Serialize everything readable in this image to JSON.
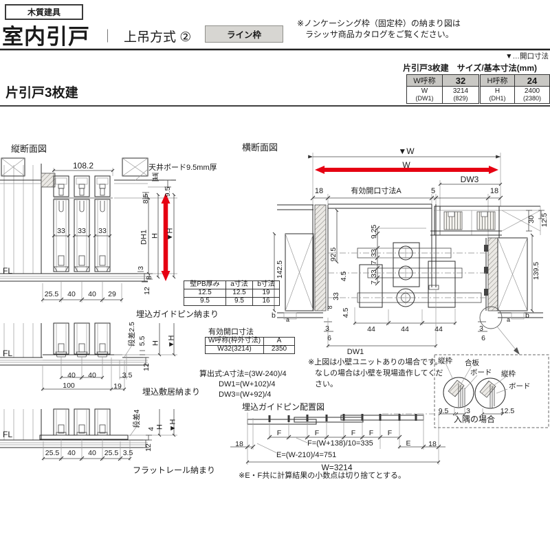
{
  "header": {
    "category": "木質建具",
    "title": "室内引戸",
    "divider": "｜",
    "method": "上吊方式 ②",
    "frame_badge": "ライン枠",
    "note1": "※ノンケーシング枠（固定枠）の納まり図は",
    "note2": "ラシッサ商品カタログをご覧ください。"
  },
  "legend": "▼…開口寸法",
  "size_table": {
    "title": "片引戸3枚建　サイズ/基本寸法(mm)",
    "w": {
      "header": "W呼称",
      "size": "32",
      "label": "W",
      "label_sub": "(DW1)",
      "value": "3214",
      "value_sub": "(829)"
    },
    "h": {
      "header": "H呼称",
      "size": "24",
      "label": "H",
      "label_sub": "(DH1)",
      "value": "2400",
      "value_sub": "(2380)"
    }
  },
  "section_title": "片引戸3枚建",
  "vs": {
    "label": "縦断面図",
    "caption": "埋込ガイドピン納まり",
    "ceiling": "天井ボード9.5mm厚",
    "d108": "108.2",
    "d33": "33",
    "d11": "11",
    "d95": "9.5",
    "d85": "8.5",
    "dh1": "DH1",
    "h": "H",
    "hv": "▼H",
    "fl": "FL",
    "d3": "3",
    "d8": "8",
    "d12": "12",
    "b1": "25.5",
    "b2": "40",
    "b3": "40",
    "b4": "29"
  },
  "pb_table": {
    "h1": "壁PB厚み",
    "h2": "a寸法",
    "h3": "b寸法",
    "rows": [
      [
        "12.5",
        "12.5",
        "19"
      ],
      [
        "9.5",
        "9.5",
        "16"
      ]
    ]
  },
  "ko_table": {
    "title": "有効開口寸法",
    "h1": "W呼称(枠外寸法)",
    "h2": "A",
    "c1": "W32(3214)",
    "c2": "2350"
  },
  "formulas": {
    "l1": "算出式:A寸法=(3W-240)/4",
    "l2": "DW1=(W+102)/4",
    "l3": "DW3=(W+92)/4"
  },
  "ss": {
    "caption": "埋込敷居納まり",
    "fl": "FL",
    "step": "段差2.5",
    "d55": "5.5",
    "h": "H",
    "hv": "▼H",
    "d12": "12",
    "d40a": "40",
    "d40b": "40",
    "d35": "3.5",
    "d100": "100",
    "d19": "19"
  },
  "fr": {
    "caption": "フラットレール納まり",
    "fl": "FL",
    "step": "段差4",
    "d4": "4",
    "h": "H",
    "hv": "▼H",
    "d12": "12",
    "b1": "25.5",
    "b2": "40",
    "b3": "40",
    "b4": "25.5",
    "b5": "3.5"
  },
  "cs": {
    "label": "横断面図",
    "w_top": "▼W",
    "w": "W",
    "dw3": "DW3",
    "d18": "18",
    "open_a": "有効開口寸法A",
    "d5": "5",
    "d30": "30",
    "d125": "12.5",
    "d1395": "139.5",
    "d1425": "142.5",
    "d925": "92.5",
    "d45": "4.5",
    "d33": "33",
    "d8": "8",
    "d925c": "9.25",
    "d7": "7",
    "a": "a",
    "b": "b",
    "d3": "3",
    "d6": "6",
    "d44": "44",
    "dw1": "DW1",
    "note1": "※上図は小壁ユニットありの場合です。",
    "note2": "なしの場合は小壁を現場造作してくだ",
    "note3": "さい。"
  },
  "inset": {
    "tate": "縦枠",
    "gohan": "合板",
    "board": "ボード",
    "d95": "9.5",
    "d3": "3",
    "d125": "12.5",
    "caption": "入隅の場合"
  },
  "pin": {
    "label": "埋込ガイドピン配置図",
    "d18": "18",
    "f": "F",
    "e": "E",
    "ff": "F=(W+138)/10=335",
    "ef": "E=(W-210)/4=751",
    "w": "W=3214",
    "note": "※E・F共に計算結果の小数点は切り捨てとする。"
  }
}
